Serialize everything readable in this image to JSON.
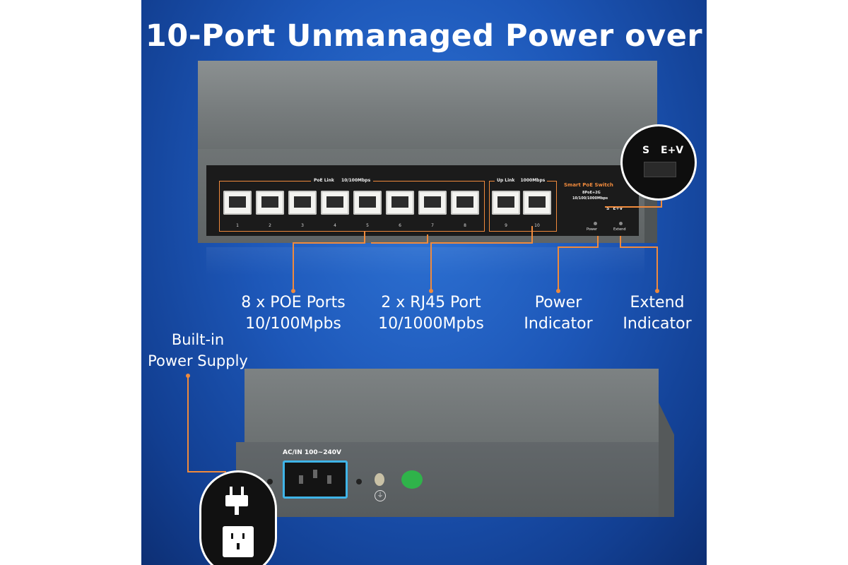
{
  "title": "10-Port Unmanaged Power over",
  "front_panel": {
    "poe_link_label": "PoE Link",
    "poe_speed_label": "10/100Mbps",
    "uplink_label": "Up Link",
    "uplink_speed_label": "1000Mbps",
    "brand_title": "Smart PoE Switch",
    "brand_line1": "8PoE+2G",
    "brand_line2": "10/100/1000Mbps",
    "switch_s": "S",
    "switch_ev": "E+V",
    "power_led_label": "Power",
    "extend_led_label": "Extend",
    "poe_port_numbers": [
      "1",
      "2",
      "3",
      "4",
      "5",
      "6",
      "7",
      "8"
    ],
    "uplink_port_numbers": [
      "9",
      "10"
    ]
  },
  "zoom_switch": {
    "s": "S",
    "ev": "E+V"
  },
  "callouts": {
    "poe_ports": {
      "line1": "8 x POE Ports",
      "line2": "10/100Mpbs"
    },
    "rj45_port": {
      "line1": "2 x RJ45 Port",
      "line2": "10/1000Mpbs"
    },
    "power_indicator": {
      "line1": "Power",
      "line2": "Indicator"
    },
    "extend_indicator": {
      "line1": "Extend",
      "line2": "Indicator"
    },
    "power_supply": {
      "line1": "Built-in",
      "line2": "Power Supply"
    }
  },
  "rear_panel": {
    "ac_label": "AC/IN 100~240V"
  },
  "colors": {
    "accent": "#f08a3c",
    "background": "#1d57b8",
    "device": "#6d7273"
  }
}
